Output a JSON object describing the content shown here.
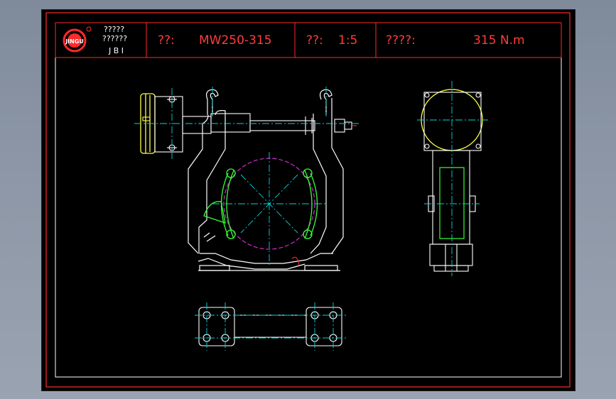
{
  "title_block": {
    "company_line1": "?????",
    "company_line2": "??????",
    "company_code": "J B I",
    "logo_text": "JINGU",
    "label_model": "??:",
    "model": "MW250-315",
    "label_scale": "??:",
    "scale": "1:5",
    "label_torque": "????:",
    "torque": "315 N.m"
  },
  "colors": {
    "background": "#000000",
    "border": "#ff2a2a",
    "centerline": "#00d6e0",
    "outline": "#ffffff",
    "motor": "#ffff40",
    "shoe": "#37ff37",
    "wheel": "#d12bd1"
  }
}
